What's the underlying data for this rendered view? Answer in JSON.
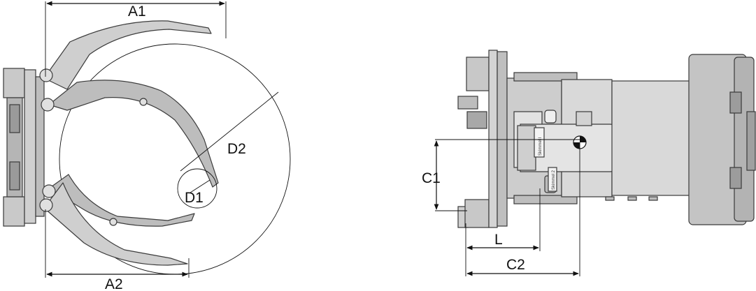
{
  "labels": {
    "a1": "A1",
    "a2": "A2",
    "d1": "D1",
    "d2": "D2",
    "c1": "C1",
    "l": "L",
    "c2": "C2"
  },
  "badges": {
    "left": "Skimmel I",
    "right": "Skimmel 2"
  },
  "colors": {
    "line": "#111111",
    "part_light": "#d6d6d6",
    "part_mid": "#c4c4c4",
    "part_dark": "#9a9a9a",
    "outline": "#3a3a3a"
  }
}
